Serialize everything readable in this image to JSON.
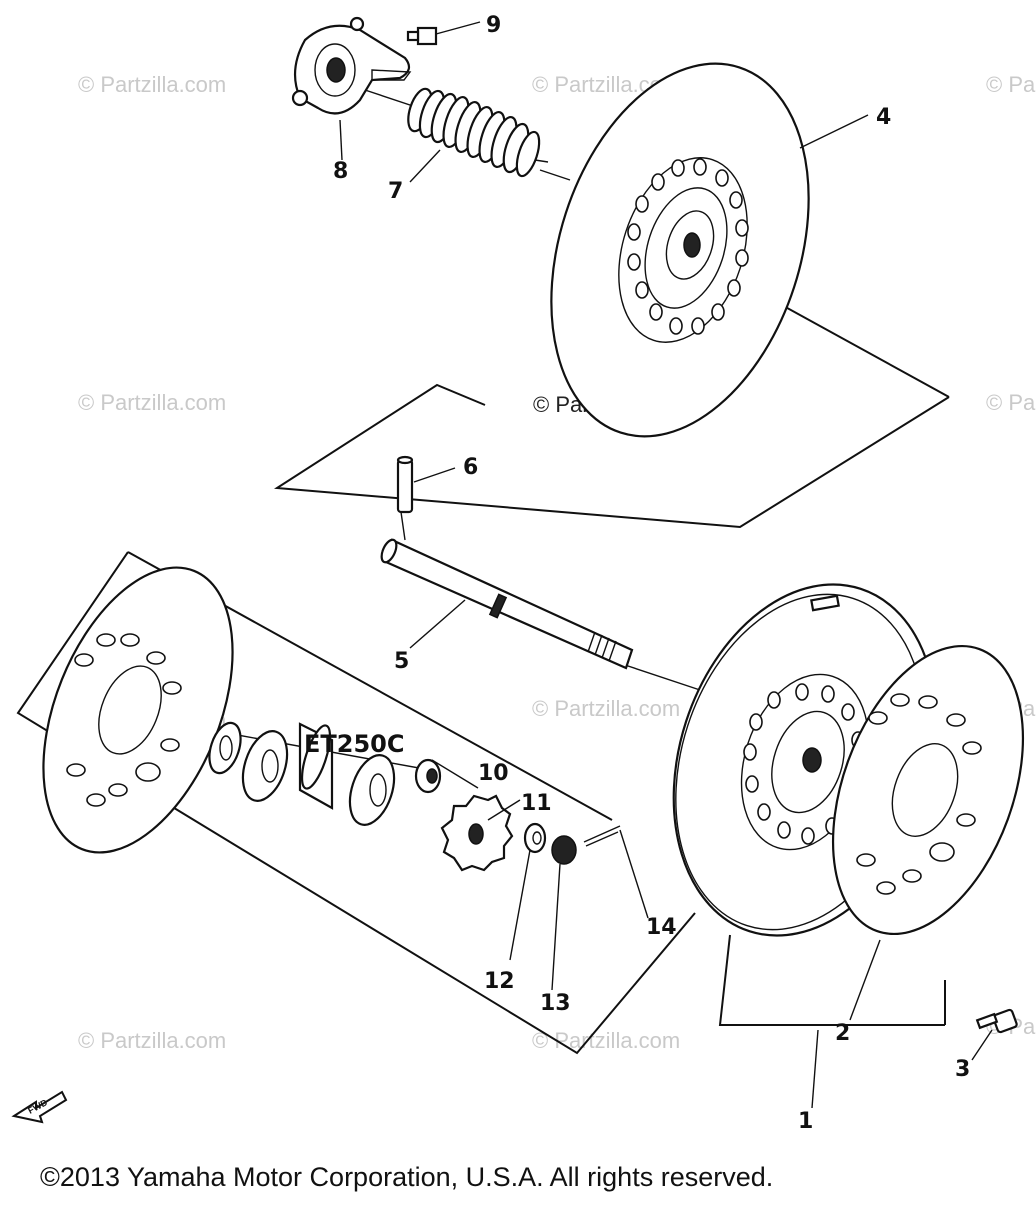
{
  "diagram": {
    "watermark": "© Partzilla.com",
    "center_watermark": "© Partzilla.com",
    "model_label": "ET250C",
    "fwd_label": "FWD",
    "copyright": "©2013  Yamaha Motor Corporation, U.S.A. All rights reserved.",
    "callouts": [
      "1",
      "2",
      "3",
      "4",
      "5",
      "6",
      "7",
      "8",
      "9",
      "10",
      "11",
      "12",
      "13",
      "14"
    ]
  }
}
